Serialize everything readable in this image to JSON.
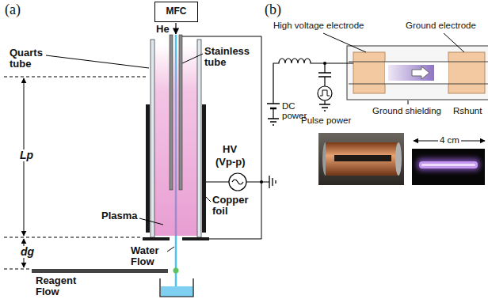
{
  "diagram": {
    "nodes": [
      {
        "text": [
          "MFC"
        ]
      }
    ],
    "labels": [
      "(a)",
      "(b)",
      "He",
      "Quarts tube",
      "Stainless tube",
      "HV",
      "(Vp-p)",
      "Lp",
      "Plasma",
      "Copper foil",
      "dg",
      "Reagent Flow",
      "Water Flow",
      "High voltage electrode",
      "Ground electrode",
      "DC power",
      "Pulse power",
      "Ground shielding",
      "Rshunt",
      "4 cm"
    ]
  }
}
